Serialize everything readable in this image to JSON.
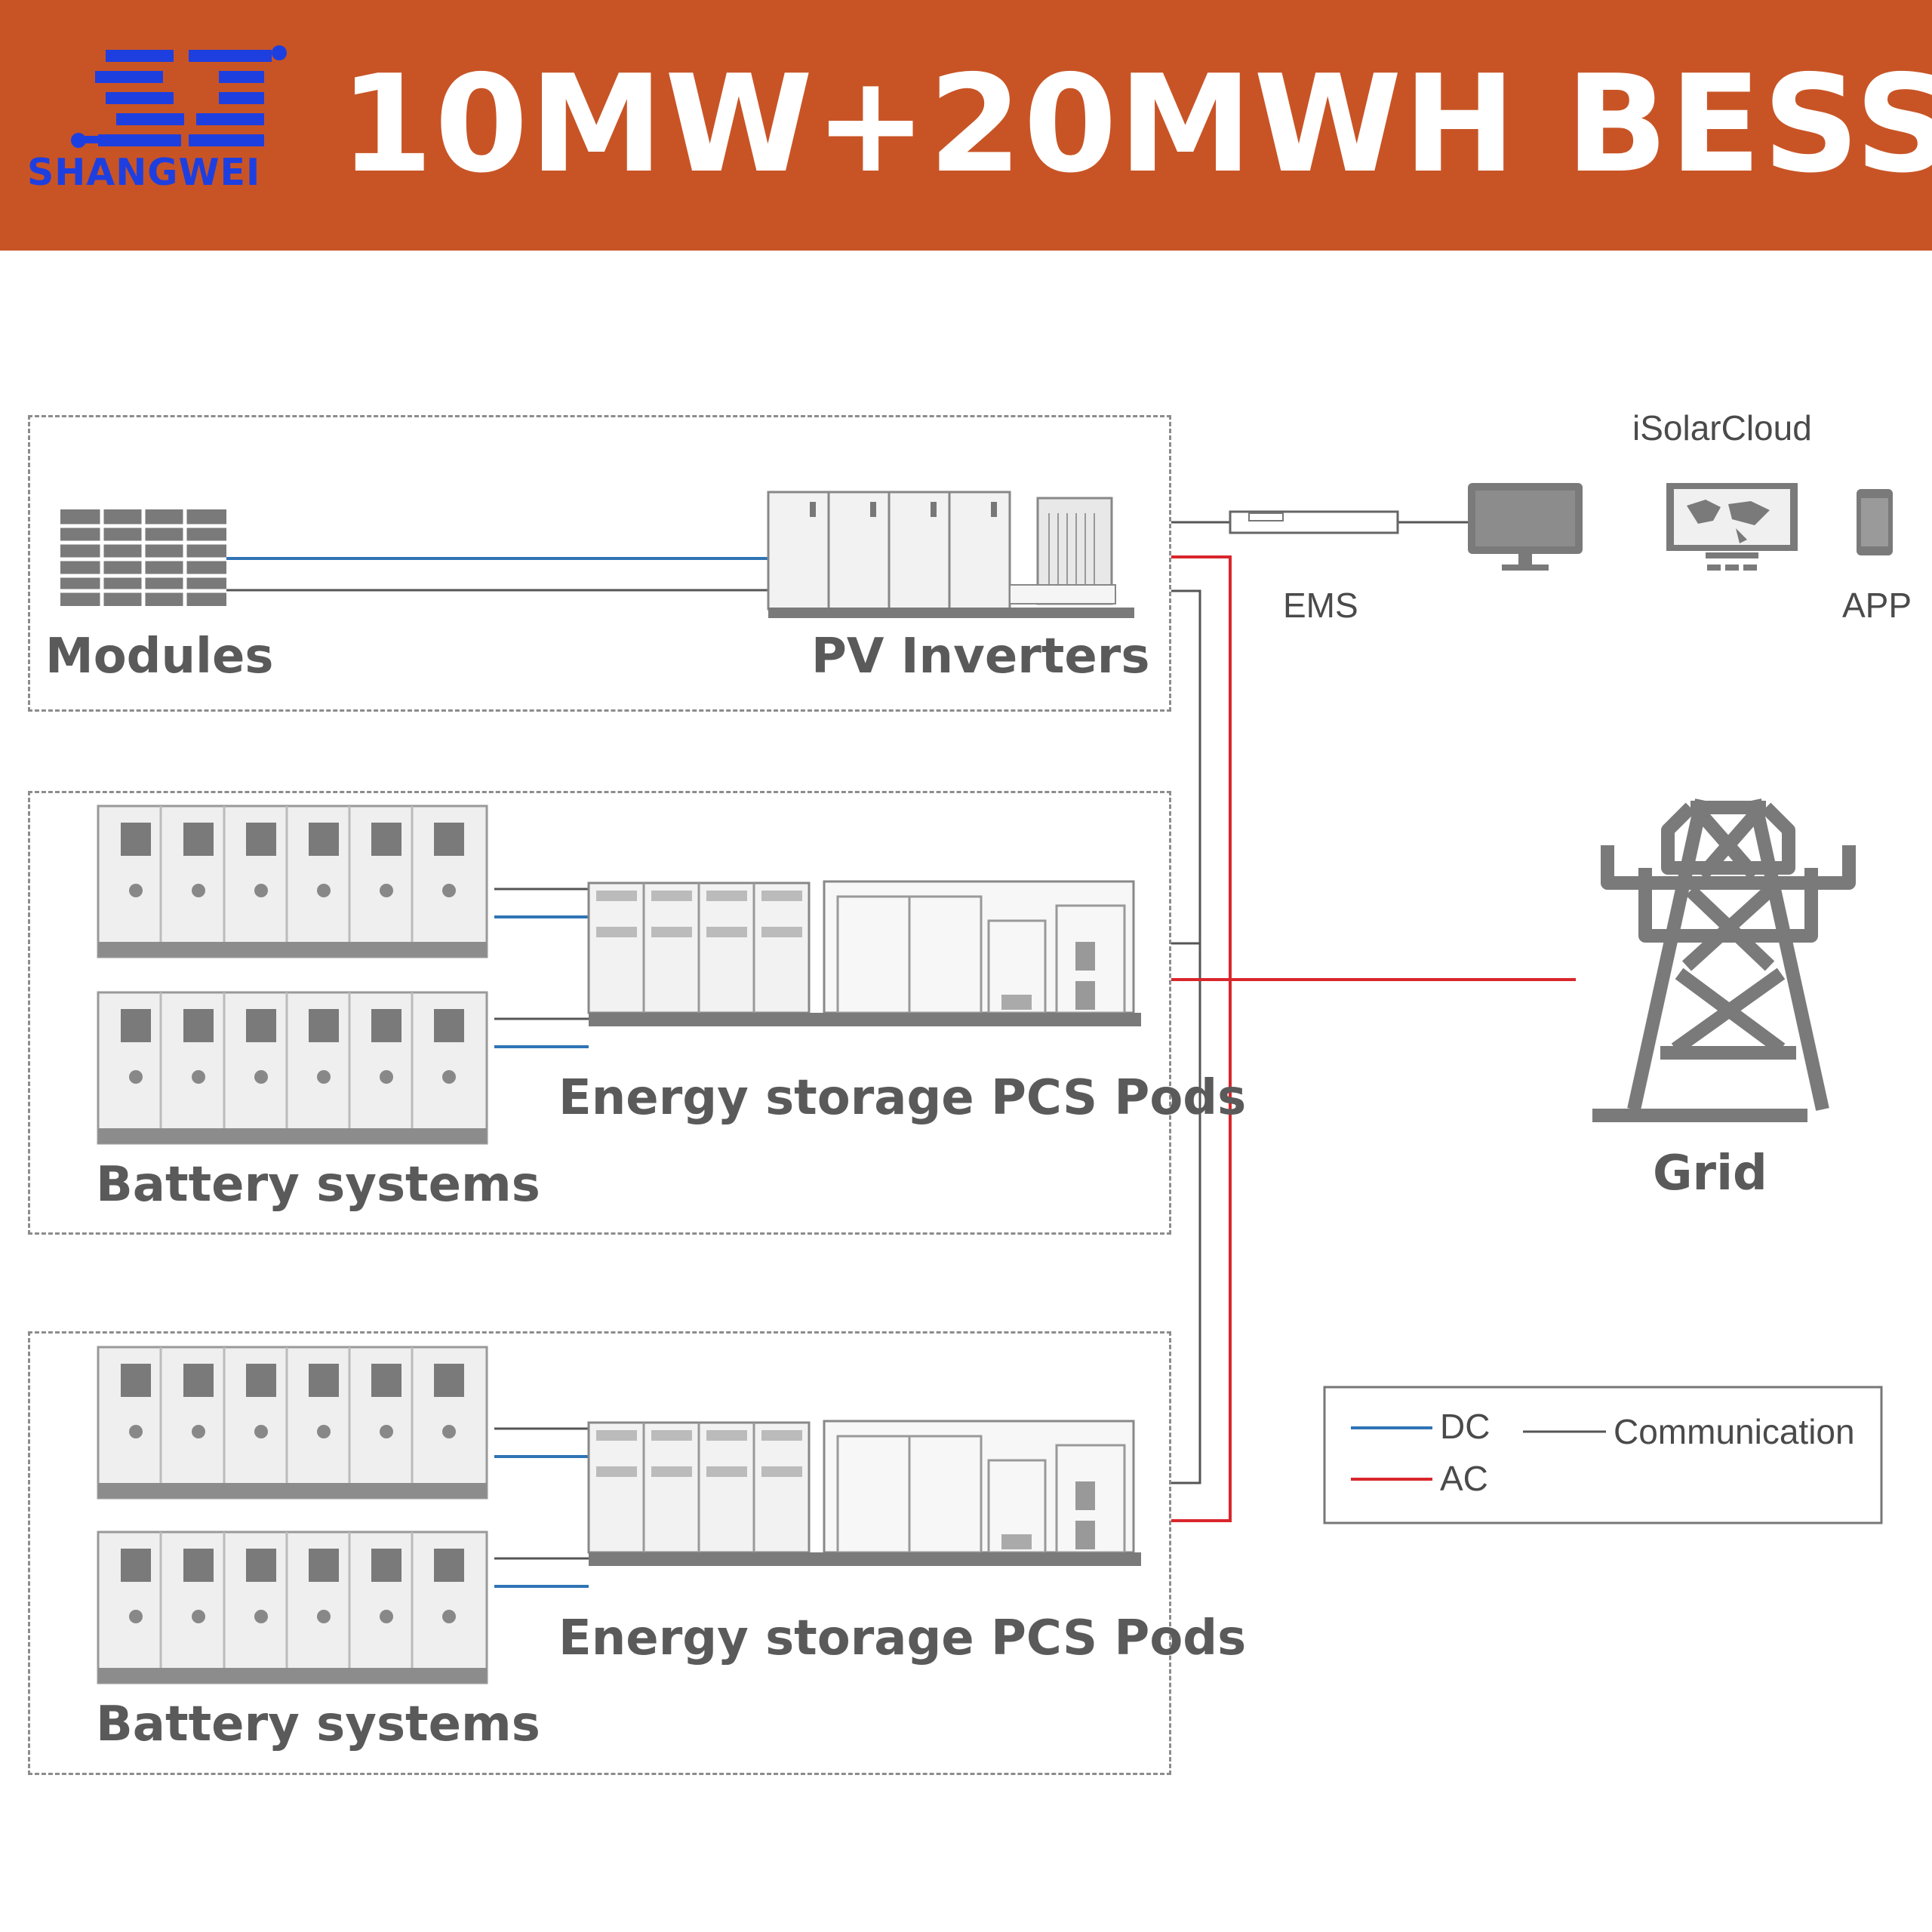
{
  "header": {
    "title": "10MW+20MWH BESS",
    "logo_text": "SHANGWEI",
    "logo_mark": "SJ"
  },
  "labels": {
    "modules": "Modules",
    "pv_inverters": "PV Inverters",
    "pcs_pods_1": "Energy storage PCS Pods",
    "battery_systems_1": "Battery systems",
    "pcs_pods_2": "Energy storage PCS Pods",
    "battery_systems_2": "Battery systems",
    "grid": "Grid",
    "ems": "EMS",
    "isolarcloud": "iSolarCloud",
    "app": "APP"
  },
  "legend": {
    "dc": "DC",
    "ac": "AC",
    "communication": "Communication"
  },
  "colors": {
    "header_bg": "#c85426",
    "dc": "#2f74b5",
    "ac": "#d9262c",
    "communication": "#555555",
    "equipment": "#7a7a7a",
    "logo": "#1e3fe0"
  }
}
